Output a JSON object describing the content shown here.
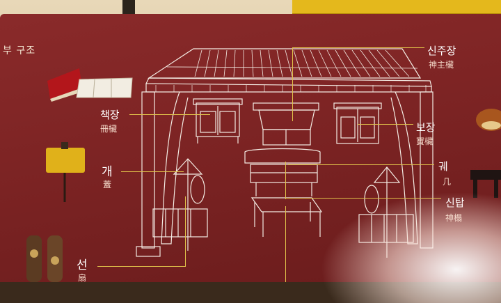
{
  "section_title": "부 구조",
  "labels": {
    "sinjujang": {
      "ko": "신주장",
      "hanja": "神主欌"
    },
    "chaekjang": {
      "ko": "책장",
      "hanja": "冊欌"
    },
    "bojang": {
      "ko": "보장",
      "hanja": "寶欌"
    },
    "gae": {
      "ko": "개",
      "hanja": "蓋"
    },
    "gwe": {
      "ko": "궤",
      "hanja": "几"
    },
    "sintap": {
      "ko": "신탑",
      "hanja": "神榻"
    },
    "seon": {
      "ko": "선",
      "hanja": "扇"
    }
  },
  "colors": {
    "board": "#7b2323",
    "line_art": "#f4ece4",
    "leader": "#e0c24a",
    "frame": "#e4b81c"
  },
  "icons": [
    "book-cabinet-thumbnail-icon",
    "canopy-umbrella-thumbnail-icon",
    "fan-thumbnail-icon",
    "bowl-thumbnail-icon",
    "stand-thumbnail-icon"
  ]
}
